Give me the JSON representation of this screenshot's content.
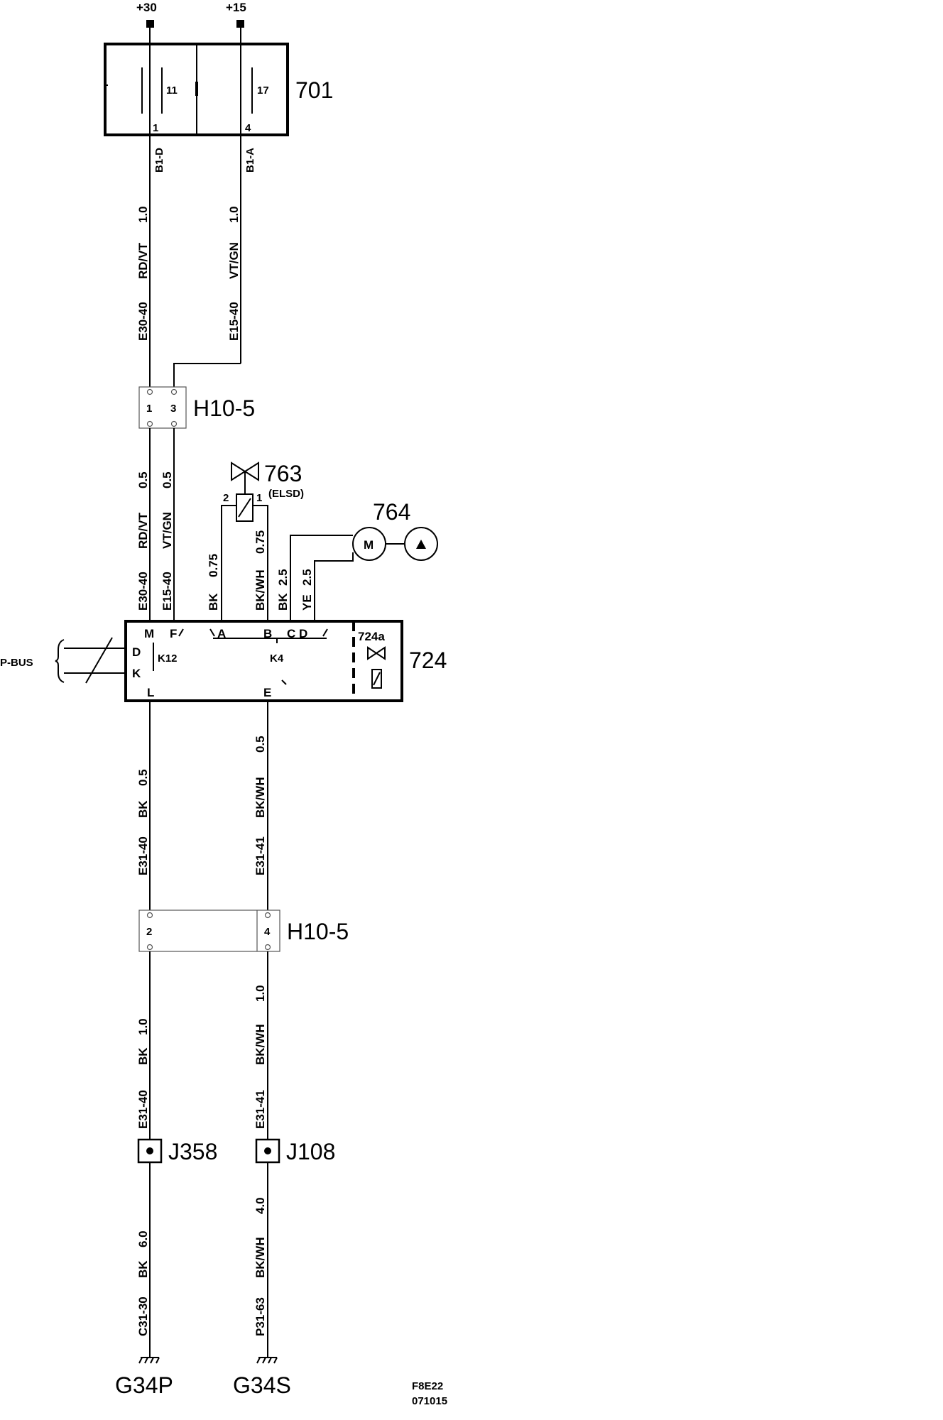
{
  "supply": {
    "plus30": "+30",
    "plus15": "+15"
  },
  "fusebox": {
    "id": "701",
    "fuse_left": "11",
    "fuse_right": "17",
    "pin_left": "1",
    "pin_right": "4",
    "conn_left": "B1-D",
    "conn_right": "B1-A"
  },
  "wires_top": {
    "left": {
      "code": "E30-40",
      "color": "RD/VT",
      "size": "1.0"
    },
    "right": {
      "code": "E15-40",
      "color": "VT/GN",
      "size": "1.0"
    }
  },
  "connector_top": {
    "id": "H10-5",
    "pin_a": "1",
    "pin_b": "3"
  },
  "wires_mid": {
    "a": {
      "code": "E30-40",
      "color": "RD/VT",
      "size": "0.5"
    },
    "b": {
      "code": "E15-40",
      "color": "VT/GN",
      "size": "0.5"
    },
    "c": {
      "color": "BK",
      "size": "0.75"
    },
    "d": {
      "color": "BK/WH",
      "size": "0.75"
    },
    "e": {
      "color": "BK",
      "size": "2.5"
    },
    "f": {
      "color": "YE",
      "size": "2.5"
    }
  },
  "valve763": {
    "id": "763",
    "sub": "(ELSD)",
    "pin2": "2",
    "pin1": "1"
  },
  "pump764": {
    "id": "764",
    "motor": "M"
  },
  "module": {
    "id": "724",
    "sub_id": "724a",
    "pins": {
      "M": "M",
      "F": "F",
      "A": "A",
      "B": "B",
      "C": "C",
      "D_top": "D",
      "D": "D",
      "K": "K",
      "L": "L",
      "E": "E"
    },
    "k12": "K12",
    "k4": "K4"
  },
  "pbus": "P-BUS",
  "wires_low": {
    "left": {
      "code": "E31-40",
      "color": "BK",
      "size": "0.5"
    },
    "right": {
      "code": "E31-41",
      "color": "BK/WH",
      "size": "0.5"
    }
  },
  "connector_bot": {
    "id": "H10-5",
    "pin_a": "2",
    "pin_b": "4"
  },
  "wires_low2": {
    "left": {
      "code": "E31-40",
      "color": "BK",
      "size": "1.0"
    },
    "right": {
      "code": "E31-41",
      "color": "BK/WH",
      "size": "1.0"
    }
  },
  "junctions": {
    "left": "J358",
    "right": "J108"
  },
  "wires_ground": {
    "left": {
      "code": "C31-30",
      "color": "BK",
      "size": "6.0"
    },
    "right": {
      "code": "P31-63",
      "color": "BK/WH",
      "size": "4.0"
    }
  },
  "grounds": {
    "left": "G34P",
    "right": "G34S"
  },
  "ref": {
    "code": "F8E22",
    "date": "071015"
  }
}
